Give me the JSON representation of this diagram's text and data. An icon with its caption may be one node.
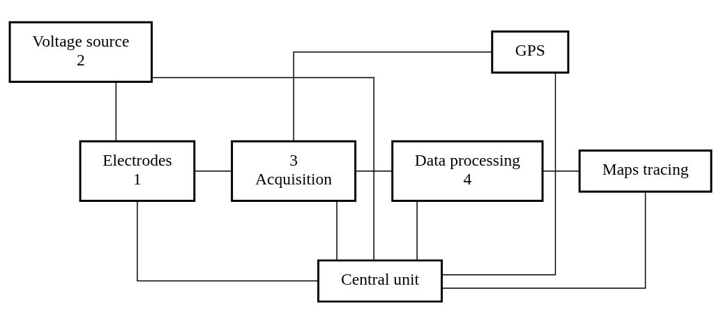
{
  "diagram": {
    "nodes": [
      {
        "text": [
          "Voltage source",
          "2"
        ]
      },
      {
        "text": [
          "GPS"
        ]
      },
      {
        "text": [
          "Electrodes",
          "1"
        ]
      },
      {
        "text": [
          "3",
          "Acquisition"
        ]
      },
      {
        "text": [
          "Data processing",
          "4"
        ]
      },
      {
        "text": [
          "Maps tracing"
        ]
      },
      {
        "text": [
          "Central unit"
        ]
      }
    ],
    "edges": [
      {
        "from": 0,
        "to": 2,
        "arrow": "none"
      },
      {
        "from": 1,
        "to": 3,
        "arrow": "none"
      },
      {
        "from": 2,
        "to": 3,
        "arrow": "none"
      },
      {
        "from": 3,
        "to": 4,
        "arrow": "none"
      },
      {
        "from": 4,
        "to": 5,
        "arrow": "none"
      },
      {
        "from": 0,
        "to": 6,
        "arrow": "none"
      },
      {
        "from": 1,
        "to": 6,
        "arrow": "none"
      },
      {
        "from": 2,
        "to": 6,
        "arrow": "none"
      },
      {
        "from": 3,
        "to": 6,
        "arrow": "none"
      },
      {
        "from": 4,
        "to": 6,
        "arrow": "none"
      },
      {
        "from": 5,
        "to": 6,
        "arrow": "none"
      }
    ]
  }
}
